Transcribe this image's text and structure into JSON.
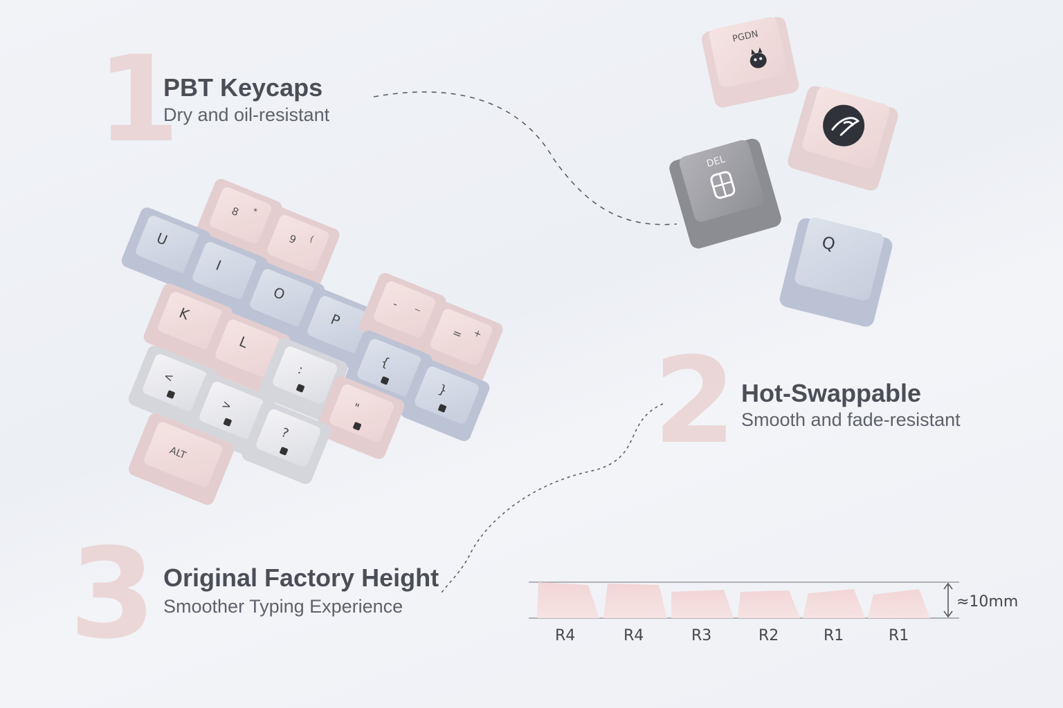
{
  "features": [
    {
      "number": "1",
      "title": "PBT Keycaps",
      "subtitle": "Dry and oil-resistant"
    },
    {
      "number": "2",
      "title": "Hot-Swappable",
      "subtitle": "Smooth and fade-resistant"
    },
    {
      "number": "3",
      "title": "Original Factory Height",
      "subtitle": "Smoother Typing Experience"
    }
  ],
  "floating_keys": [
    "PGDN",
    "DEL",
    "Q"
  ],
  "keyboard_keys": {
    "row_num": [
      {
        "main": "8",
        "alt": "*"
      },
      {
        "main": "9",
        "alt": "("
      }
    ],
    "row_top": [
      {
        "main": "U"
      },
      {
        "main": "I"
      },
      {
        "main": "O"
      },
      {
        "main": "P"
      },
      {
        "main": "-",
        "alt": "_"
      },
      {
        "main": "=",
        "alt": "+"
      }
    ],
    "row_home": [
      {
        "main": "K"
      },
      {
        "main": "L"
      },
      {
        "main": ":"
      },
      {
        "main": "{"
      },
      {
        "main": "}"
      }
    ],
    "row_bottom": [
      {
        "main": "<"
      },
      {
        "main": ">"
      },
      {
        "main": "\""
      },
      {
        "main": "?"
      }
    ],
    "alt_key": "ALT"
  },
  "height_profile": {
    "rows": [
      "R4",
      "R4",
      "R3",
      "R2",
      "R1",
      "R1"
    ],
    "height_label": "≈10mm"
  },
  "colors": {
    "pink": "#f0d9d9",
    "lavender": "#cfd5e3",
    "gray": "#9c9ca3",
    "number": "#ead2d2",
    "text": "#4b4e57"
  }
}
